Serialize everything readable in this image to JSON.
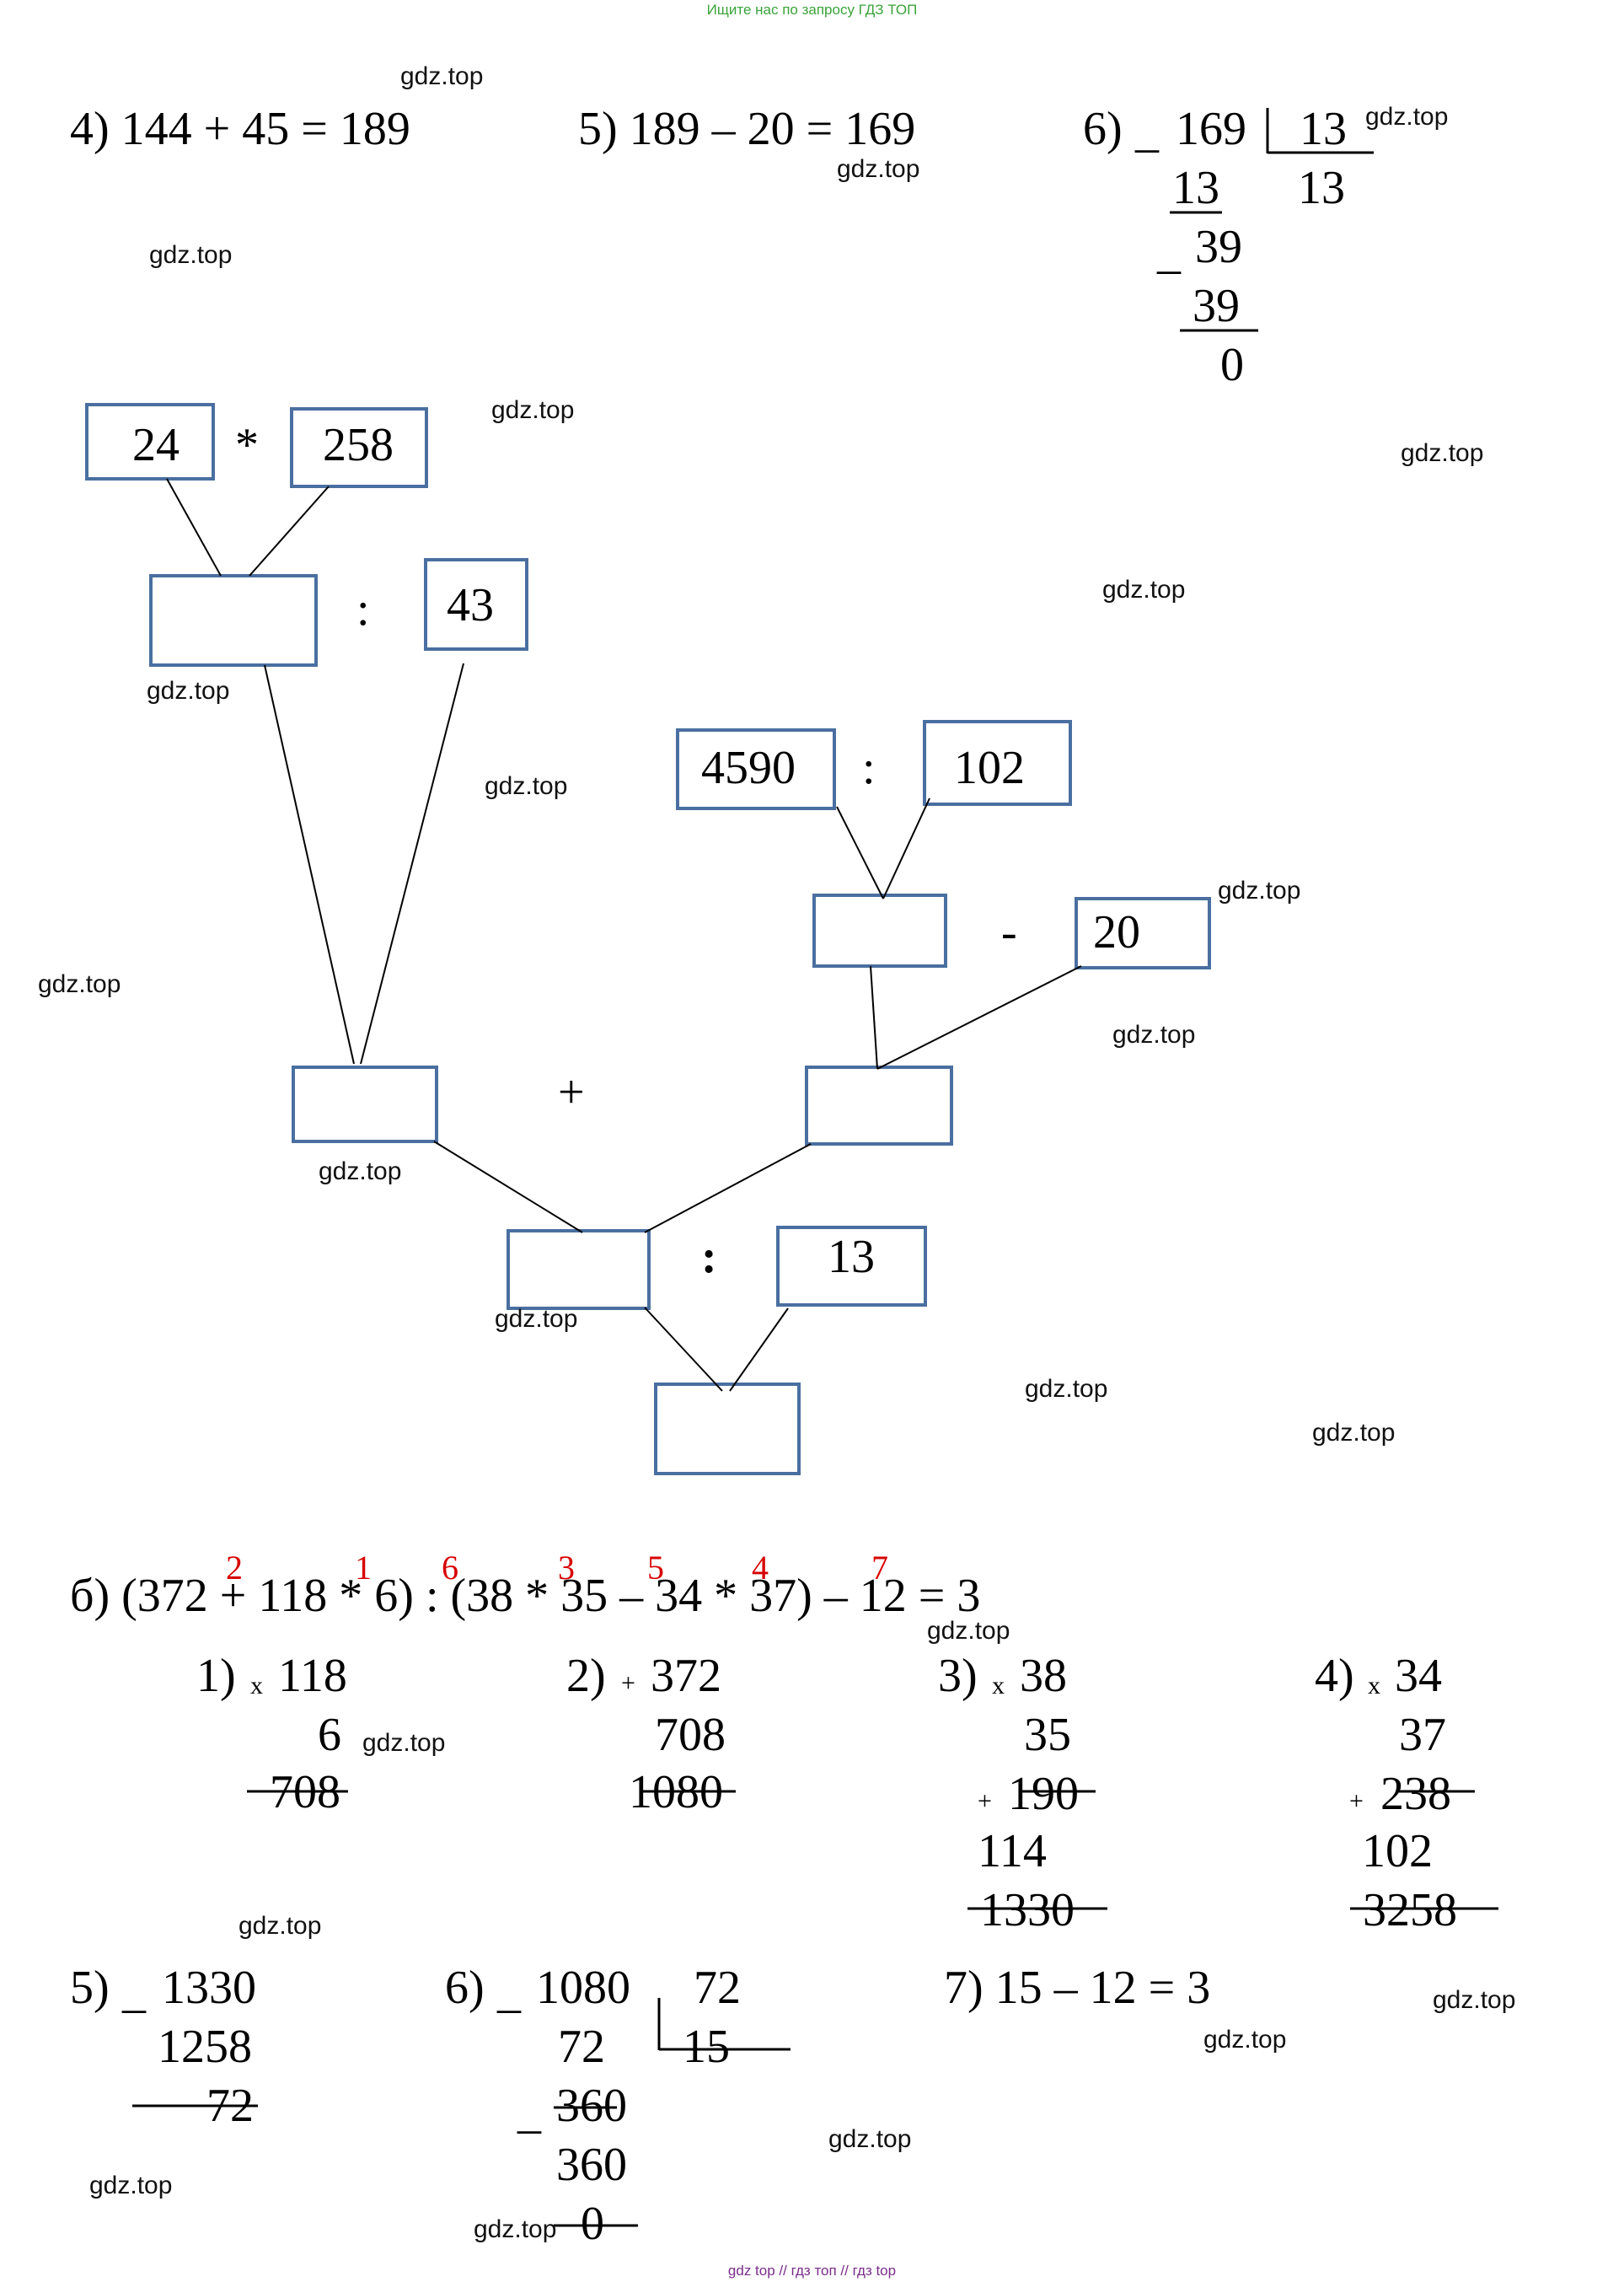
{
  "banner_top": "Ищите нас по запросу ГДЗ ТОП",
  "banner_bottom": "gdz top  //  гдз топ  //  гдз top",
  "watermark": "gdz.top",
  "eq4": "4) 144 + 45 = 189",
  "eq5": "5) 189 – 20 = 169",
  "div6": {
    "label": "6)",
    "minus1": "_",
    "dividend": "169",
    "divisor": "13",
    "sub1": "13",
    "quotient": "13",
    "minus2": "_",
    "rem1": "39",
    "sub2": "39",
    "result": "0"
  },
  "tree": {
    "b24": "24",
    "op_mul": "*",
    "b258": "258",
    "op_colon1": ":",
    "b43": "43",
    "b4590": "4590",
    "op_colon2": ":",
    "b102": "102",
    "op_minus": "-",
    "b20": "20",
    "op_plus": "+",
    "op_colon3": ":",
    "b13": "13"
  },
  "order_numbers": [
    "2",
    "1",
    "6",
    "3",
    "5",
    "4",
    "7"
  ],
  "expr_b": "б) (372 + 118 * 6) : (38 * 35 – 34 * 37) – 12 = 3",
  "calc1": {
    "label": "1)",
    "sign": "x",
    "a": "118",
    "b": "6",
    "r": "708"
  },
  "calc2": {
    "label": "2)",
    "sign": "+",
    "a": "372",
    "b": "708",
    "r": "1080"
  },
  "calc3": {
    "label": "3)",
    "sign": "x",
    "a": "38",
    "b": "35",
    "sign2": "+",
    "p1": "190",
    "p2": "114",
    "r": "1330"
  },
  "calc4": {
    "label": "4)",
    "sign": "x",
    "a": "34",
    "b": "37",
    "sign2": "+",
    "p1": "238",
    "p2": "102",
    "r": "3258"
  },
  "calc5": {
    "label": "5)",
    "sign": "_",
    "a": "1330",
    "b": "1258",
    "r": "72"
  },
  "calc6": {
    "label": "6)",
    "sign": "_",
    "dividend": "1080",
    "divisor": "72",
    "sub1": "72",
    "quotient": "15",
    "sign2": "_",
    "rem": "360",
    "sub2": "360",
    "result": "0"
  },
  "eq7": "7) 15 – 12 = 3",
  "colors": {
    "box_border": "#4a6fa0",
    "order_red": "#d80000",
    "banner_green": "#3aa33a",
    "banner_purple": "#7a2d8a"
  }
}
